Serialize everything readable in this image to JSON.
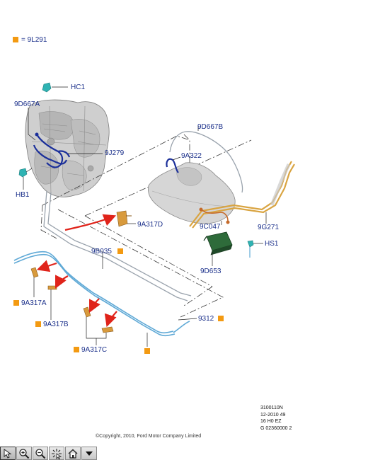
{
  "legend": {
    "label": "= 9L291",
    "color": "#f39a12"
  },
  "labels": {
    "hc1": "HC1",
    "d667a": "9D667A",
    "j279": "9J279",
    "hb1": "HB1",
    "d667b": "9D667B",
    "a322": "9A322",
    "a317d": "9A317D",
    "c047": "9C047",
    "g271": "9G271",
    "hs1": "HS1",
    "b035": "9B035",
    "d653": "9D653",
    "a317a": "9A317A",
    "a317b": "9A317B",
    "a317c": "9A317C",
    "p9312": "9312"
  },
  "meta": {
    "line1": "3100110N",
    "line2": "12-2010 49",
    "line3": "16 H0 EZ",
    "line4": "G 02360000 2"
  },
  "copyright": "©Copyright, 2010, Ford Motor Company Limited",
  "toolbar": [
    "select-icon",
    "zoom-in-icon",
    "zoom-out-icon",
    "fit-icon",
    "home-icon",
    "dropdown-arrow-icon"
  ]
}
